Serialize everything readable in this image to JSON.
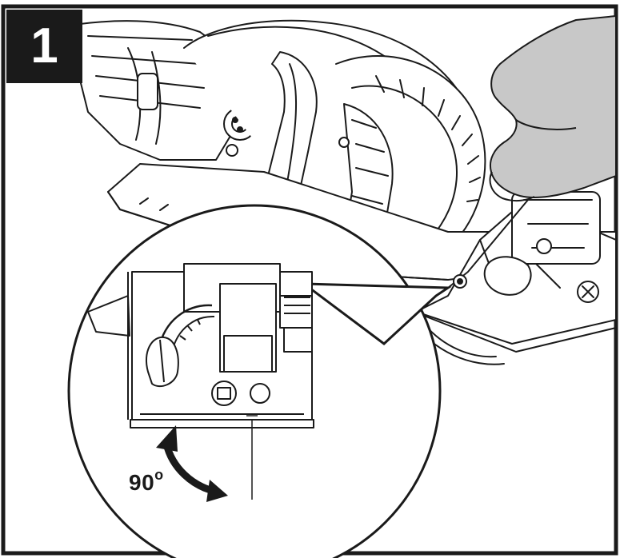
{
  "step": {
    "label": "1"
  },
  "angle": {
    "value": "90",
    "unit": "o"
  },
  "colors": {
    "ink": "#1a1a1a",
    "glove": "#c8c8c8",
    "paper": "#ffffff"
  },
  "icons": [
    "curved-double-arrow-icon"
  ]
}
